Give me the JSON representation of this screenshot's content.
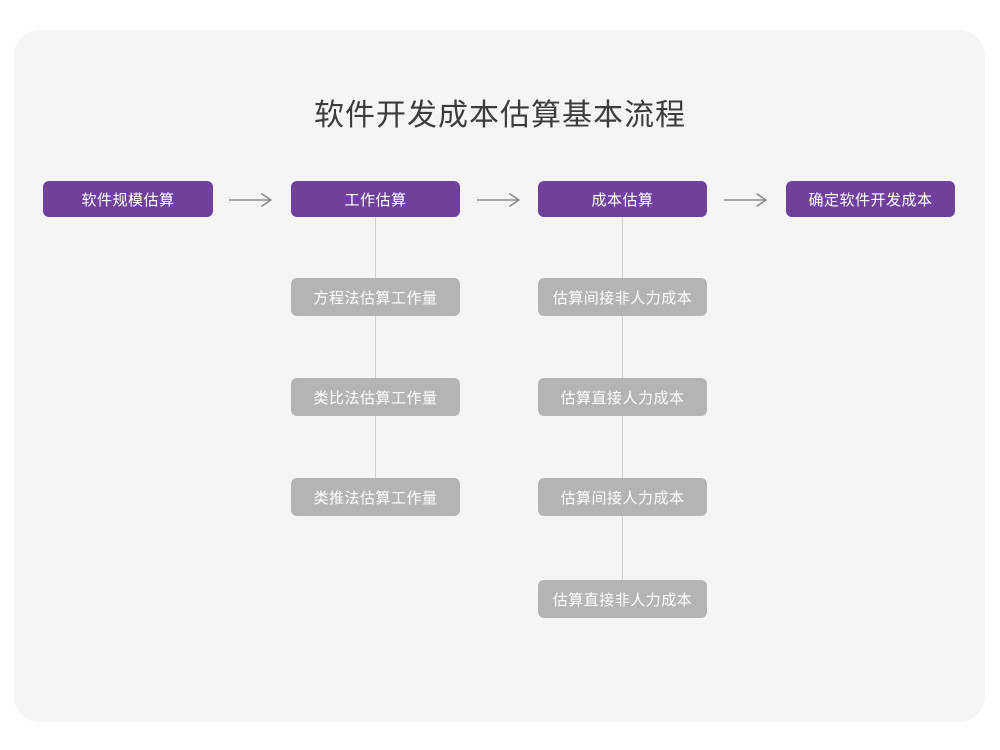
{
  "page": {
    "background_color": "#ffffff",
    "card_color": "#f5f5f5"
  },
  "colors": {
    "primary": "#70409c",
    "secondary": "#b4b4b4",
    "title_text": "#3c3c3c",
    "node_text": "#ffffff",
    "arrow": "#8c8c8c",
    "connector": "#cfcfcf"
  },
  "title": "软件开发成本估算基本流程",
  "diagram": {
    "main_flow": [
      {
        "label": "软件规模估算"
      },
      {
        "label": "工作估算"
      },
      {
        "label": "成本估算"
      },
      {
        "label": "确定软件开发成本"
      }
    ],
    "arrows": [
      {
        "name": "arrow-1",
        "icon": "arrow-right-icon"
      },
      {
        "name": "arrow-2",
        "icon": "arrow-right-icon"
      },
      {
        "name": "arrow-3",
        "icon": "arrow-right-icon"
      }
    ],
    "branches": [
      {
        "parent": "工作估算",
        "items": [
          {
            "label": "方程法估算工作量"
          },
          {
            "label": "类比法估算工作量"
          },
          {
            "label": "类推法估算工作量"
          }
        ]
      },
      {
        "parent": "成本估算",
        "items": [
          {
            "label": "估算间接非人力成本"
          },
          {
            "label": "估算直接人力成本"
          },
          {
            "label": "估算间接人力成本"
          },
          {
            "label": "估算直接非人力成本"
          }
        ]
      }
    ]
  }
}
